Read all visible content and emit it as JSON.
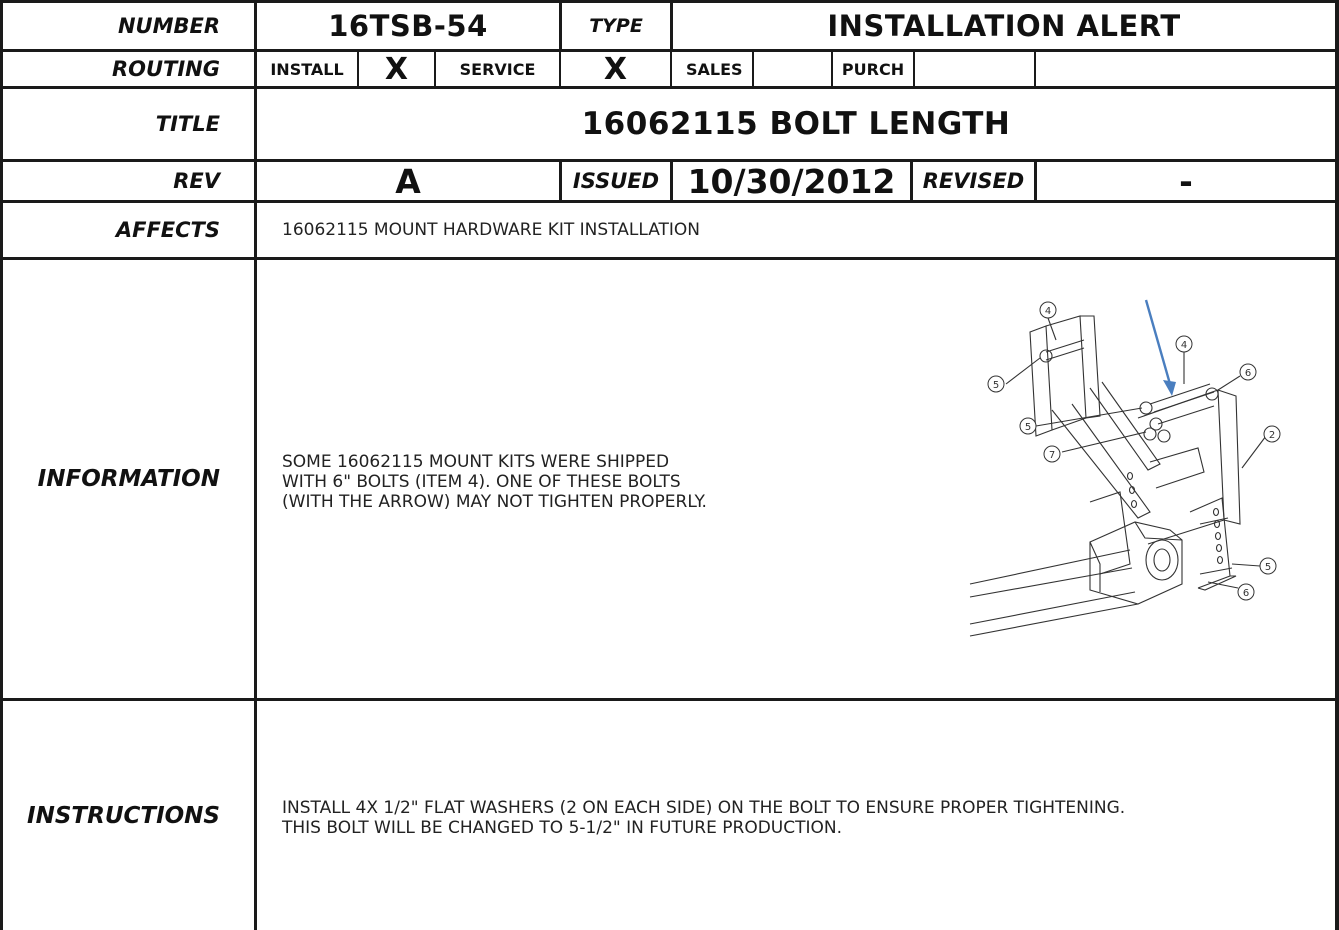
{
  "header": {
    "number_label": "NUMBER",
    "number_value": "16TSB-54",
    "type_label": "TYPE",
    "type_value": "INSTALLATION ALERT"
  },
  "routing": {
    "label": "ROUTING",
    "install_label": "INSTALL",
    "install_mark": "X",
    "service_label": "SERVICE",
    "service_mark": "X",
    "sales_label": "SALES",
    "sales_mark": "",
    "purch_label": "PURCH",
    "purch_mark": ""
  },
  "title": {
    "label": "TITLE",
    "value": "16062115 BOLT LENGTH"
  },
  "rev": {
    "label": "REV",
    "value": "A",
    "issued_label": "ISSUED",
    "issued_value": "10/30/2012",
    "revised_label": "REVISED",
    "revised_value": "-"
  },
  "affects": {
    "label": "AFFECTS",
    "value": "16062115 MOUNT HARDWARE KIT INSTALLATION"
  },
  "information": {
    "label": "INFORMATION",
    "lines": [
      "SOME 16062115 MOUNT KITS WERE SHIPPED",
      "WITH 6\" BOLTS (ITEM 4).  ONE OF THESE BOLTS",
      "(WITH THE ARROW) MAY NOT TIGHTEN PROPERLY."
    ]
  },
  "drawing": {
    "callouts": [
      "4",
      "4",
      "5",
      "6",
      "5",
      "2",
      "7",
      "5",
      "6"
    ],
    "arrow_color": "#4a7ebf"
  },
  "instructions": {
    "label": "INSTRUCTIONS",
    "lines": [
      "INSTALL 4X 1/2\" FLAT WASHERS (2 ON EACH SIDE) ON THE BOLT TO ENSURE PROPER TIGHTENING.",
      "THIS BOLT WILL BE CHANGED TO 5-1/2\" IN FUTURE PRODUCTION."
    ]
  }
}
